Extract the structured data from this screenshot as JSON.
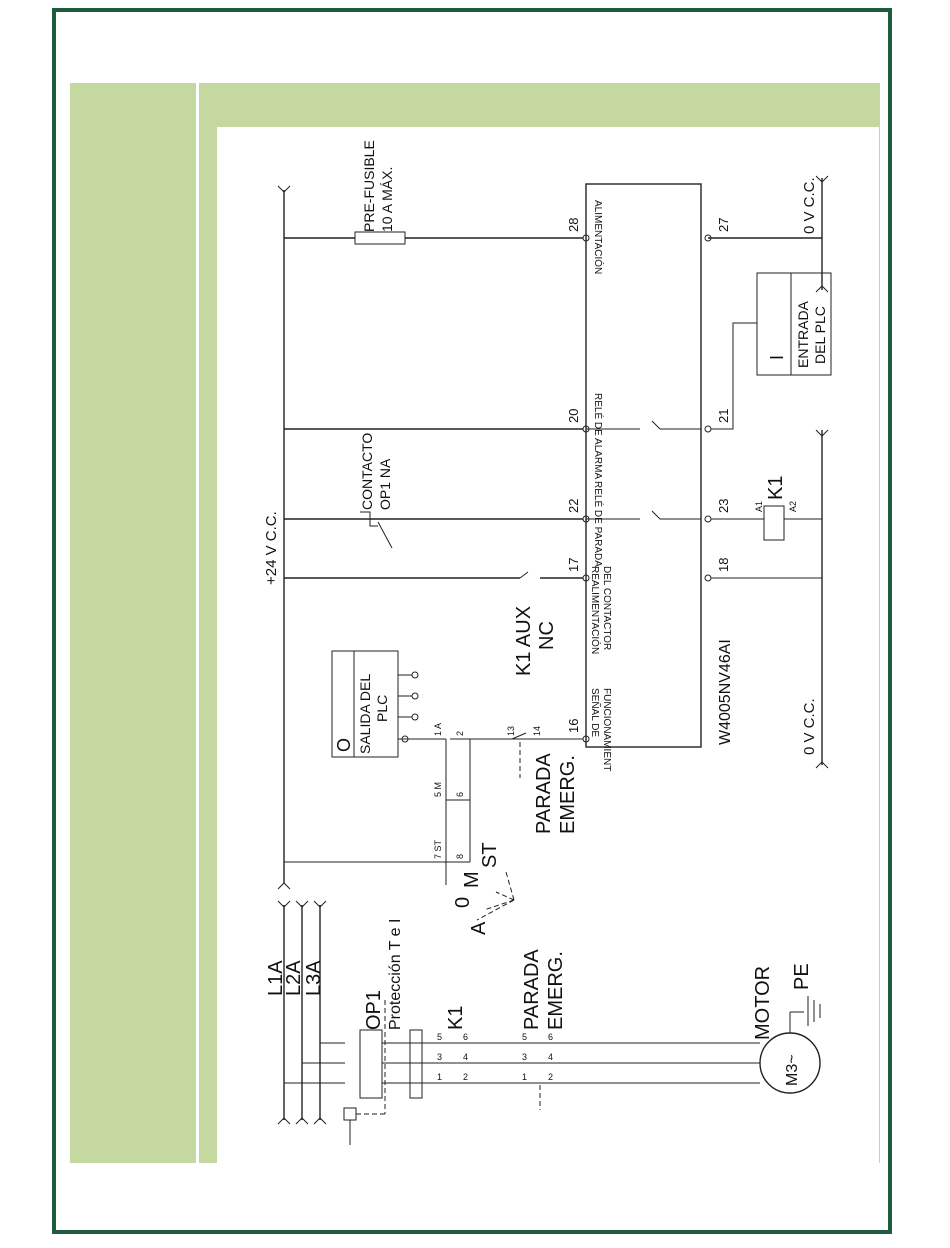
{
  "rails": {
    "plus24": "+24 V C.C.",
    "zero_top": "0 V C.C.",
    "zero_bottom": "0 V C.C."
  },
  "device": {
    "model": "W4005NV46AI",
    "terminals": {
      "alimentacion": "ALIMENTACIÓN",
      "rele_alarma": "RELÉ DE ALARMA",
      "rele_parada": "RELÉ DE PARADA",
      "realim_1": "REALIMENTACIÓN",
      "realim_2": "DEL CONTACTOR",
      "senal_1": "SEÑAL DE",
      "senal_2": "FUNCIONAMIENT"
    },
    "numbers": {
      "t28": "28",
      "t27": "27",
      "t20": "20",
      "t21": "21",
      "t22": "22",
      "t23": "23",
      "t17": "17",
      "t18": "18",
      "t16": "16"
    }
  },
  "labels": {
    "prefusible_1": "PRE-FUSIBLE",
    "prefusible_2": "10 A MÁX.",
    "plc_in_letter": "I",
    "plc_in_1": "ENTRADA",
    "plc_in_2": "DEL PLC",
    "k1": "K1",
    "a1": "A1",
    "a2": "A2",
    "contacto_1": "CONTACTO",
    "contacto_2": "OP1 NA",
    "k1aux_1": "K1 AUX",
    "k1aux_2": "NC",
    "plc_out_letter": "O",
    "plc_out_1": "SALIDA DEL",
    "plc_out_2": "PLC",
    "parada_1": "PARADA",
    "parada_2": "EMERG.",
    "n13": "13",
    "n14": "14",
    "sel_1A": "1 A",
    "sel_2": "2",
    "sel_5M": "5 M",
    "sel_6": "6",
    "sel_7ST": "7 ST",
    "sel_8": "8",
    "sel_A": "A",
    "sel_0": "0",
    "sel_M": "M",
    "sel_ST": "ST",
    "l1a": "L1A",
    "l2a": "L2A",
    "l3a": "L3A",
    "op1": "OP1",
    "proteccion": "Protección T e I",
    "k1_power": "K1",
    "parada_p1": "PARADA",
    "parada_p2": "EMERG.",
    "motor": "MOTOR",
    "motor_sym": "M3~",
    "pe": "PE",
    "c1": "1",
    "c2": "2",
    "c3": "3",
    "c4": "4",
    "c5": "5",
    "c6": "6"
  }
}
